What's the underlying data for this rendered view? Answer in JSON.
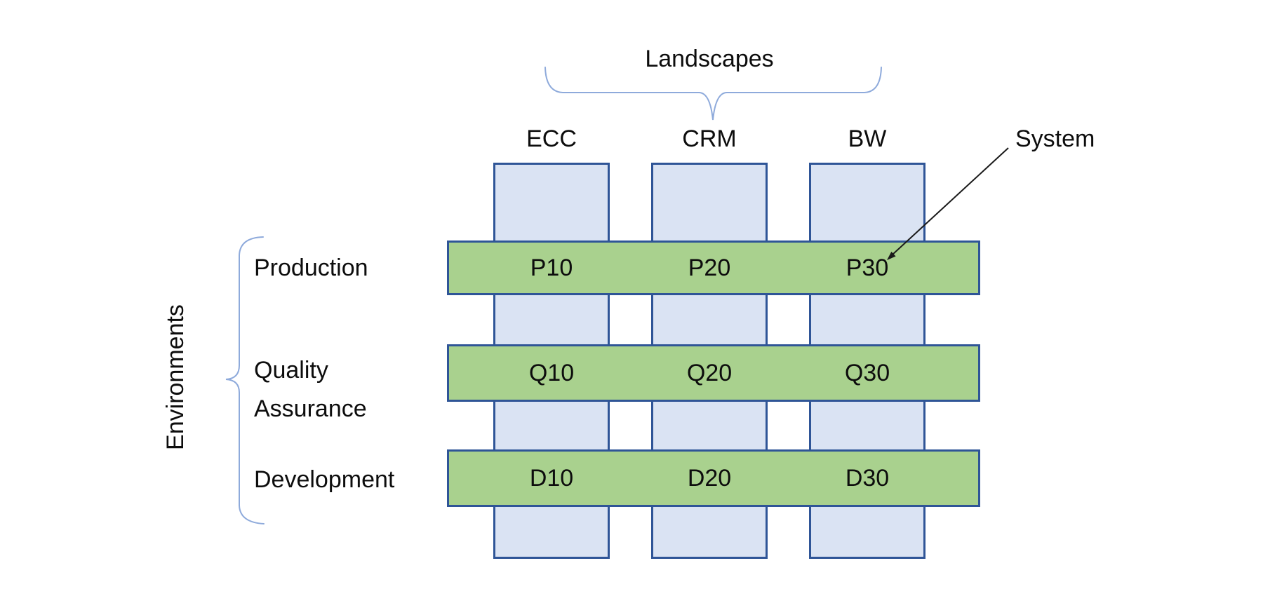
{
  "diagram": {
    "landscapes_label": "Landscapes",
    "environments_label": "Environments",
    "system_label": "System",
    "columns": [
      {
        "id": "ecc",
        "label": "ECC"
      },
      {
        "id": "crm",
        "label": "CRM"
      },
      {
        "id": "bw",
        "label": "BW"
      }
    ],
    "rows": [
      {
        "id": "production",
        "label": "Production",
        "cells": [
          "P10",
          "P20",
          "P30"
        ]
      },
      {
        "id": "quality-assurance",
        "label": "Quality Assurance",
        "cells": [
          "Q10",
          "Q20",
          "Q30"
        ]
      },
      {
        "id": "development",
        "label": "Development",
        "cells": [
          "D10",
          "D20",
          "D30"
        ]
      }
    ],
    "colors": {
      "column_fill": "#dae3f3",
      "column_border": "#2f5597",
      "bar_fill": "#a9d18e",
      "bar_border": "#2f5597",
      "brace": "#8eaadb",
      "arrow": "#1a1a1a",
      "text": "#0d0d0d"
    }
  }
}
